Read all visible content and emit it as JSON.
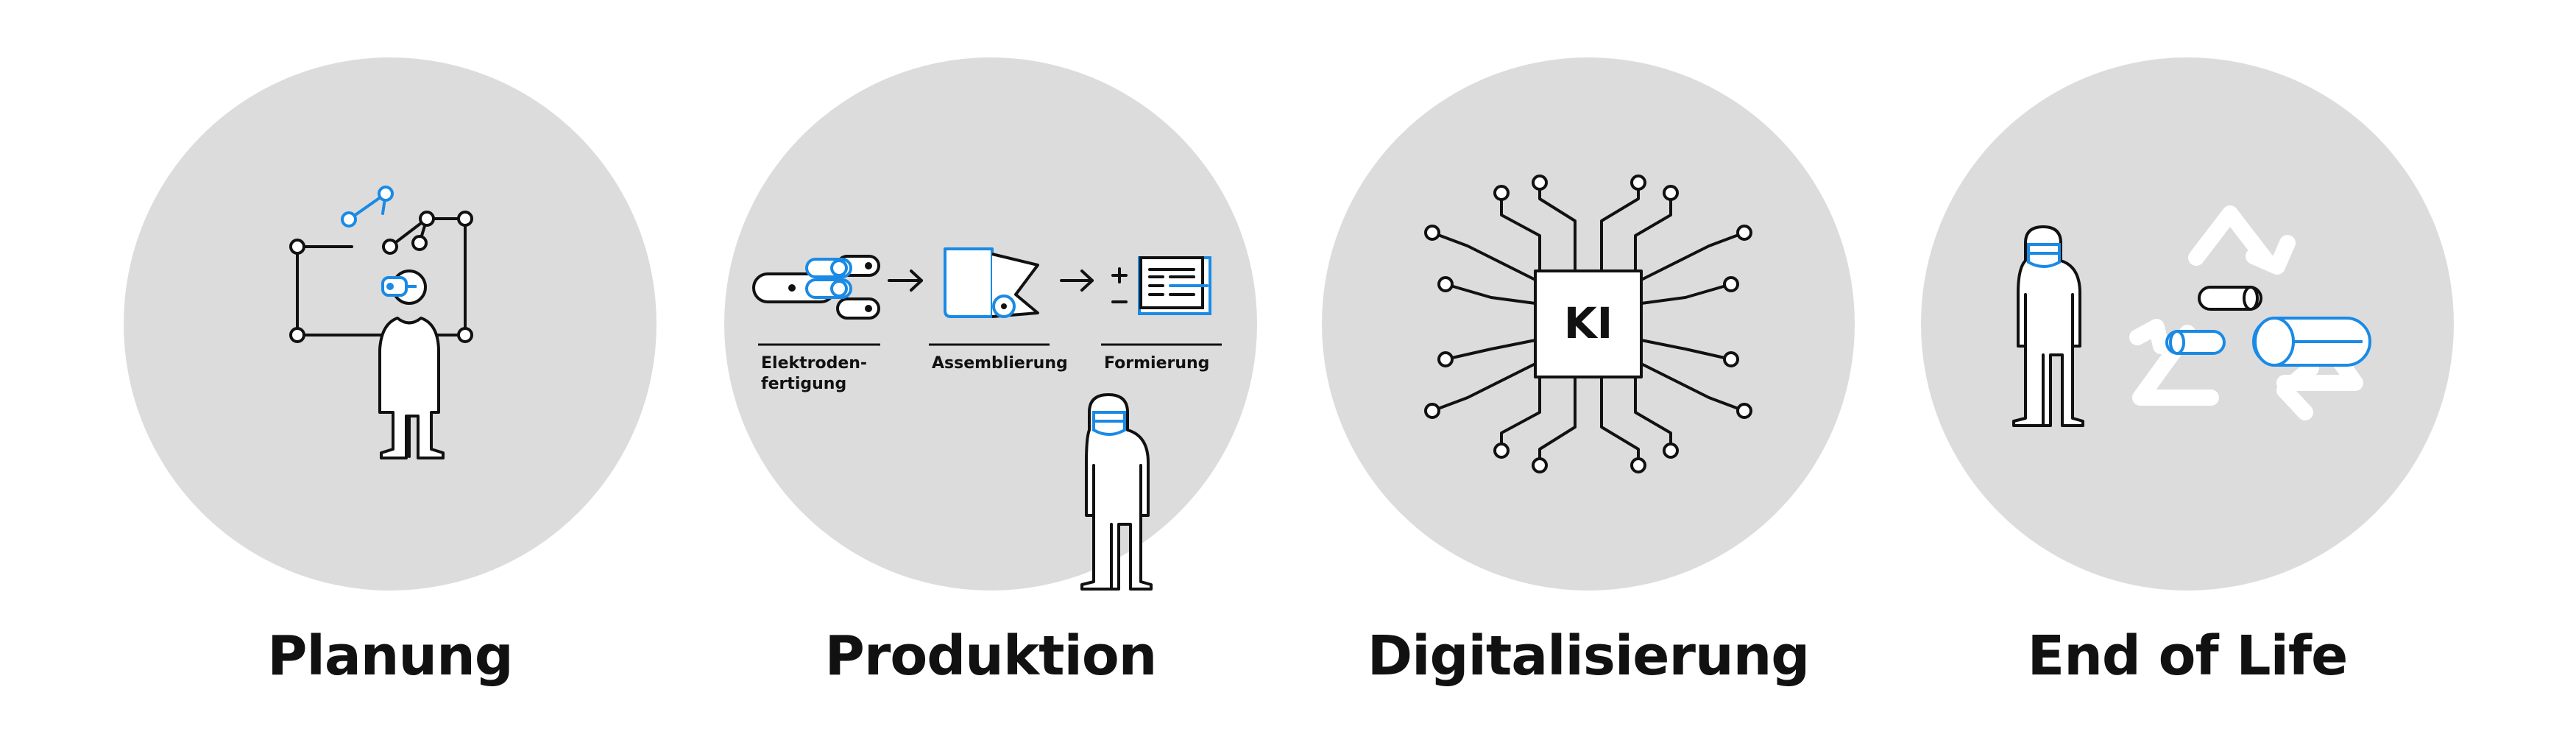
{
  "colors": {
    "circle_fill": "#dcdcdc",
    "line": "#111111",
    "accent": "#1a8ae5",
    "white": "#ffffff"
  },
  "panels": [
    {
      "title": "Planung",
      "icon": "vr-planning-icon"
    },
    {
      "title": "Produktion",
      "icon": "battery-production-icon",
      "steps": [
        {
          "line1": "Elektroden-",
          "line2": "fertigung"
        },
        {
          "line1": "Assemblierung",
          "line2": ""
        },
        {
          "line1": "Formierung",
          "line2": ""
        }
      ]
    },
    {
      "title": "Digitalisierung",
      "icon": "ai-chip-icon",
      "chip_label": "KI"
    },
    {
      "title": "End of Life",
      "icon": "recycling-icon"
    }
  ]
}
